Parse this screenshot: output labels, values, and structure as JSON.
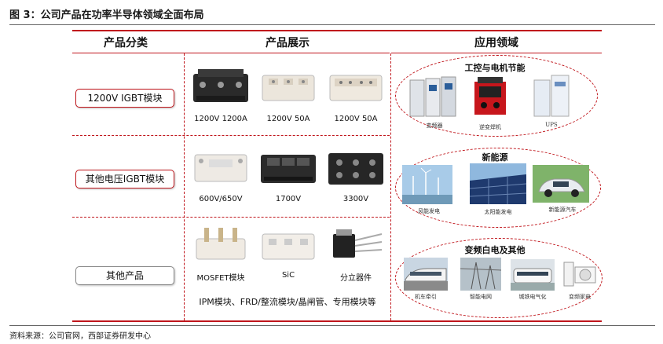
{
  "figure_title": "图 3：公司产品在功率半导体领域全面布局",
  "headers": {
    "category": "产品分类",
    "products": "产品展示",
    "applications": "应用领域"
  },
  "rows": [
    {
      "category": "1200V IGBT模块",
      "products": [
        "1200V 1200A",
        "1200V 50A",
        "1200V 50A"
      ]
    },
    {
      "category": "其他电压IGBT模块",
      "products": [
        "600V/650V",
        "1700V",
        "3300V"
      ]
    },
    {
      "category": "其他产品",
      "products": [
        "MOSFET模块",
        "SiC",
        "分立器件"
      ],
      "extra": "IPM模块、FRD/整流模块/晶闸管、专用模块等"
    }
  ],
  "applications": [
    {
      "title": "工控与电机节能",
      "items": [
        "变频器",
        "逆变焊机",
        "UPS"
      ]
    },
    {
      "title": "新能源",
      "items": [
        "风能发电",
        "太阳能发电",
        "新能源汽车"
      ]
    },
    {
      "title": "变频白电及其他",
      "items": [
        "机车牵引",
        "智能电网",
        "城铁电气化",
        "变频家电"
      ]
    }
  ],
  "source": "资料来源：公司官网，西部证券研发中心",
  "colors": {
    "accent": "#c0161c",
    "rule": "#666666"
  }
}
